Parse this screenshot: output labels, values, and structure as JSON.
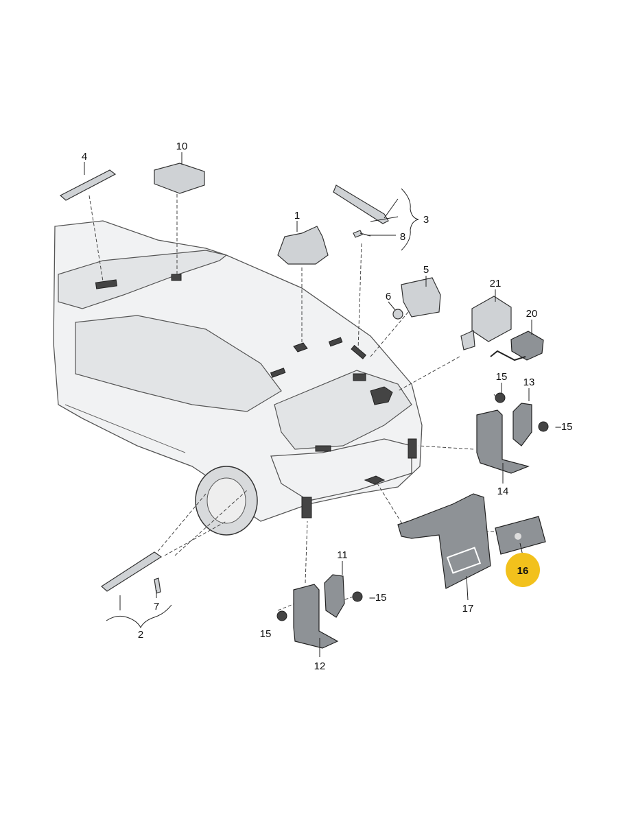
{
  "diagram": {
    "title": "Antenna and sensor parts diagram",
    "highlight_color": "#F2C11C",
    "callouts": {
      "c1": "1",
      "c2": "2",
      "c3": "3",
      "c4": "4",
      "c5": "5",
      "c6": "6",
      "c7": "7",
      "c8": "8",
      "c10": "10",
      "c11": "11",
      "c12": "12",
      "c13": "13",
      "c14": "14",
      "c15a": "15",
      "c15b": "–15",
      "c15c": "–15",
      "c15d": "15",
      "c16": "16",
      "c17": "17",
      "c20": "20",
      "c21": "21"
    }
  }
}
